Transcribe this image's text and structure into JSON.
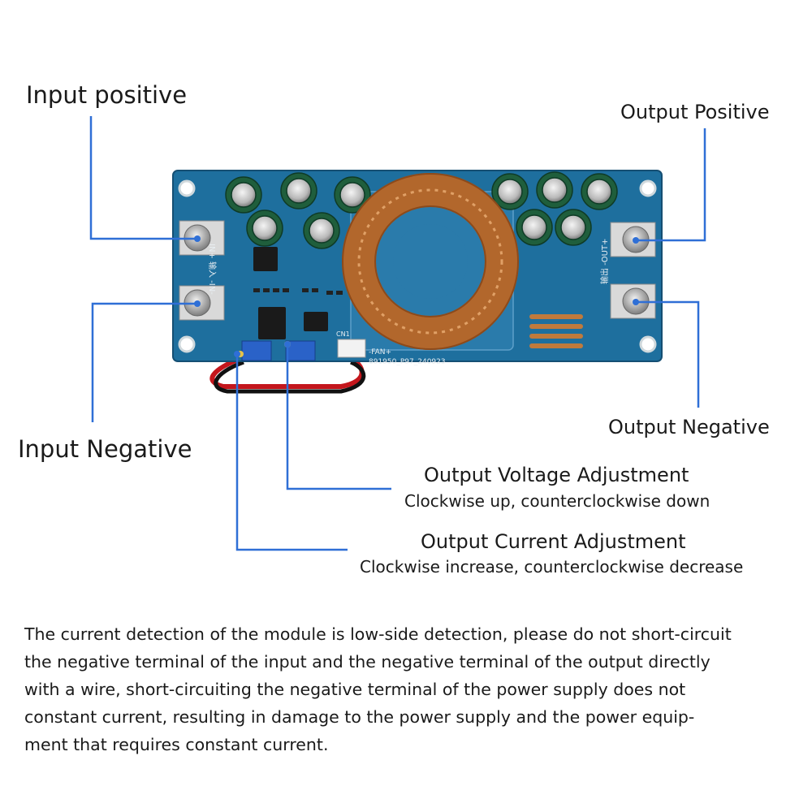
{
  "labels": {
    "input_positive": "Input positive",
    "input_negative": "Input Negative",
    "output_positive": "Output Positive",
    "output_negative": "Output Negative",
    "voltage_title": "Output Voltage Adjustment",
    "voltage_sub": "Clockwise up, counterclockwise down",
    "current_title": "Output Current Adjustment",
    "current_sub": "Clockwise increase, counterclockwise decrease"
  },
  "board": {
    "input_silk": "IN+ 输入 -IN-",
    "output_silk": "输出 -OUT+",
    "fan_silk": "-FAN+",
    "model_silk": "891950_P97_240923",
    "cn_silk": "CN1",
    "pcb_color": "#1e6f9e",
    "leader_color": "#2f6fd6"
  },
  "note_lines": [
    "The current detection of the module is low-side detection, please do not short-circuit",
    "the negative terminal of the input and the negative terminal of the output directly",
    "with a wire, short-circuiting the negative terminal of the power supply does not",
    "constant current, resulting in damage to the power supply and the power equip-",
    "ment that requires constant current."
  ]
}
